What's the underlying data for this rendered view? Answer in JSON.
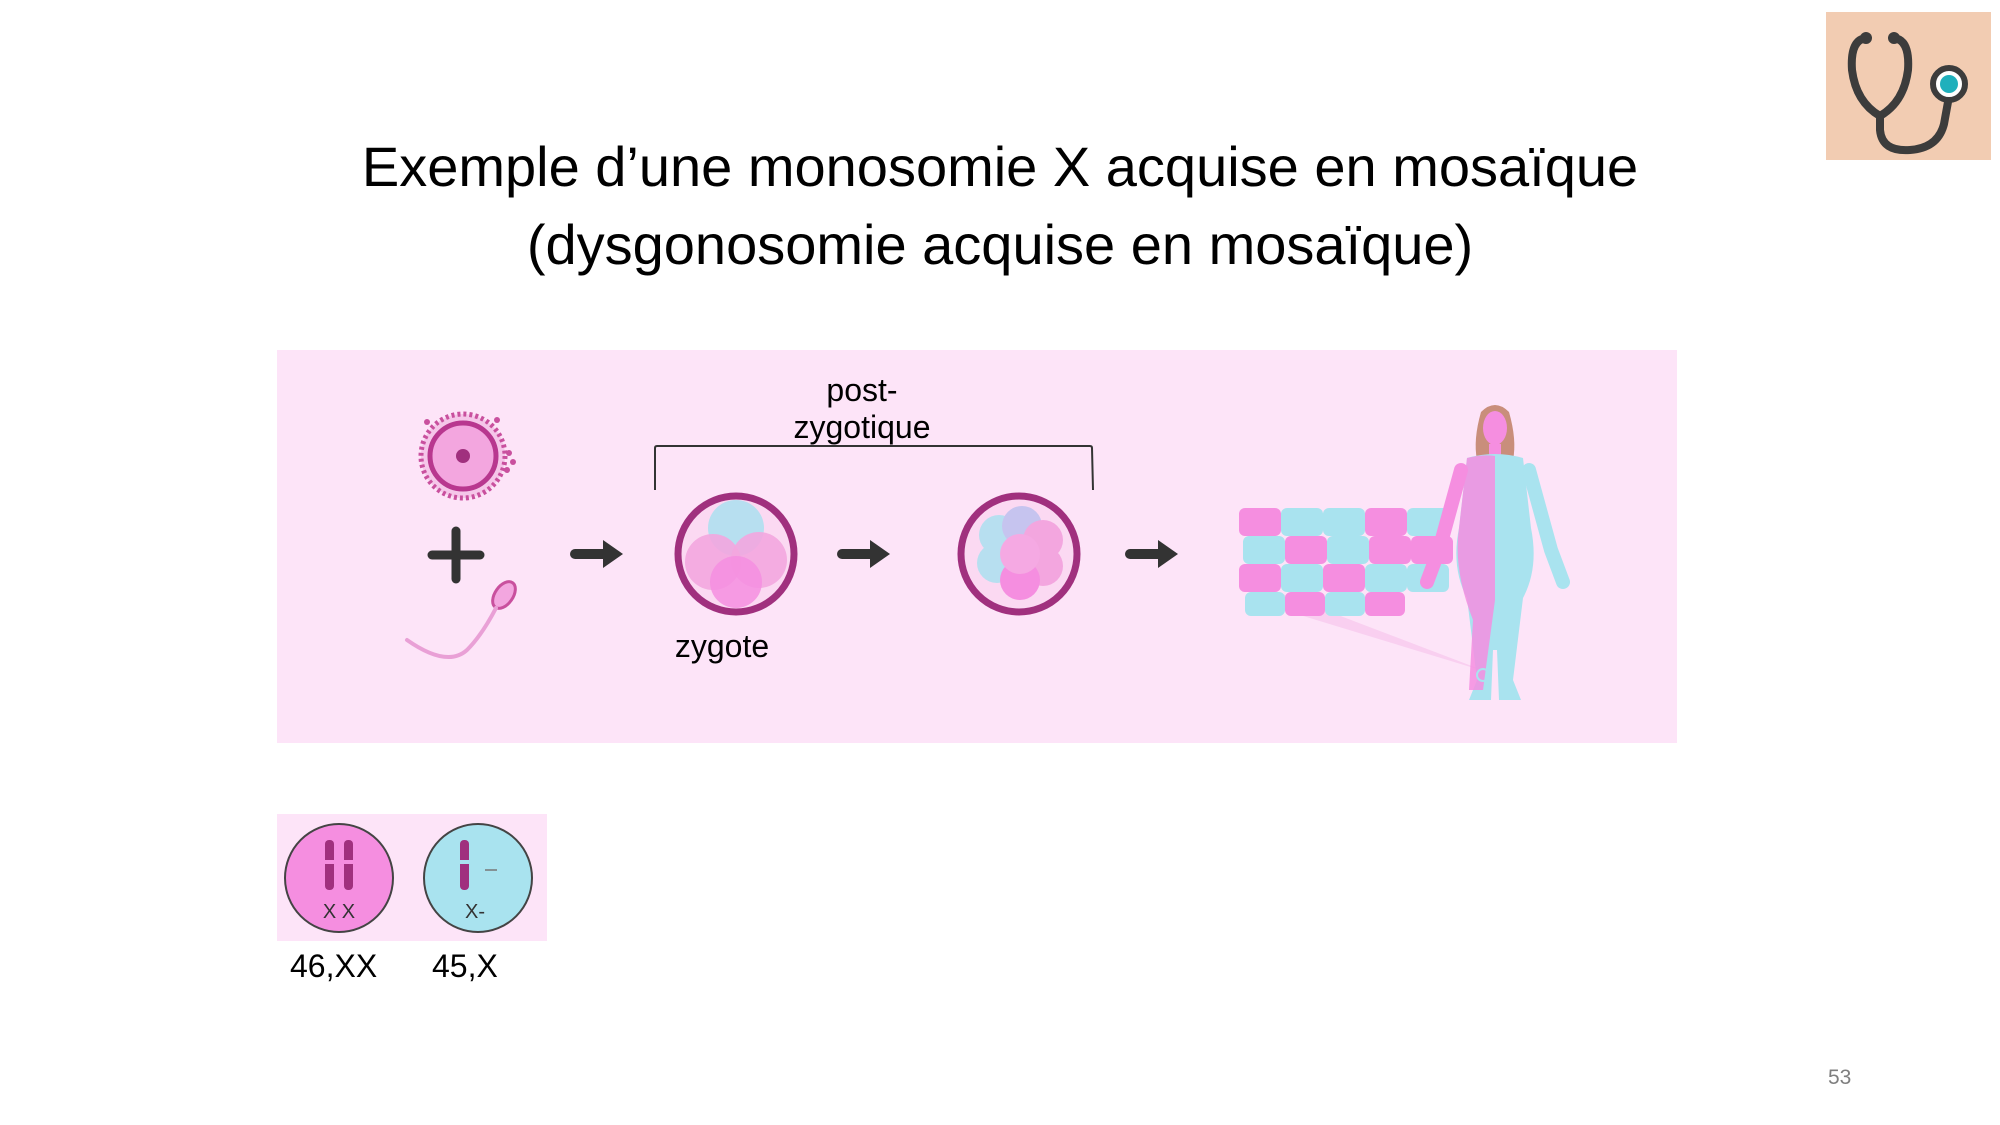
{
  "title": {
    "line1": "Exemple d’une monosomie X acquise en mosaïque",
    "line2": "(dysgonosomie acquise en mosaïque)"
  },
  "icons": {
    "logo": "stethoscope-icon"
  },
  "diagram": {
    "bracket_label": "post-zygotique",
    "zygote_label": "zygote"
  },
  "legend": {
    "normal_cell_label": "X X",
    "monosomy_cell_label": "X-",
    "normal_karyotype": "46,XX",
    "monosomy_karyotype": "45,X"
  },
  "colors": {
    "panel_background": "#fde4f8",
    "pink_cells": "#f58ee0",
    "blue_cells": "#a9e3ef",
    "accent_magenta": "#a0307e",
    "logo_background": "#f2ccb2"
  },
  "page_number": "53"
}
